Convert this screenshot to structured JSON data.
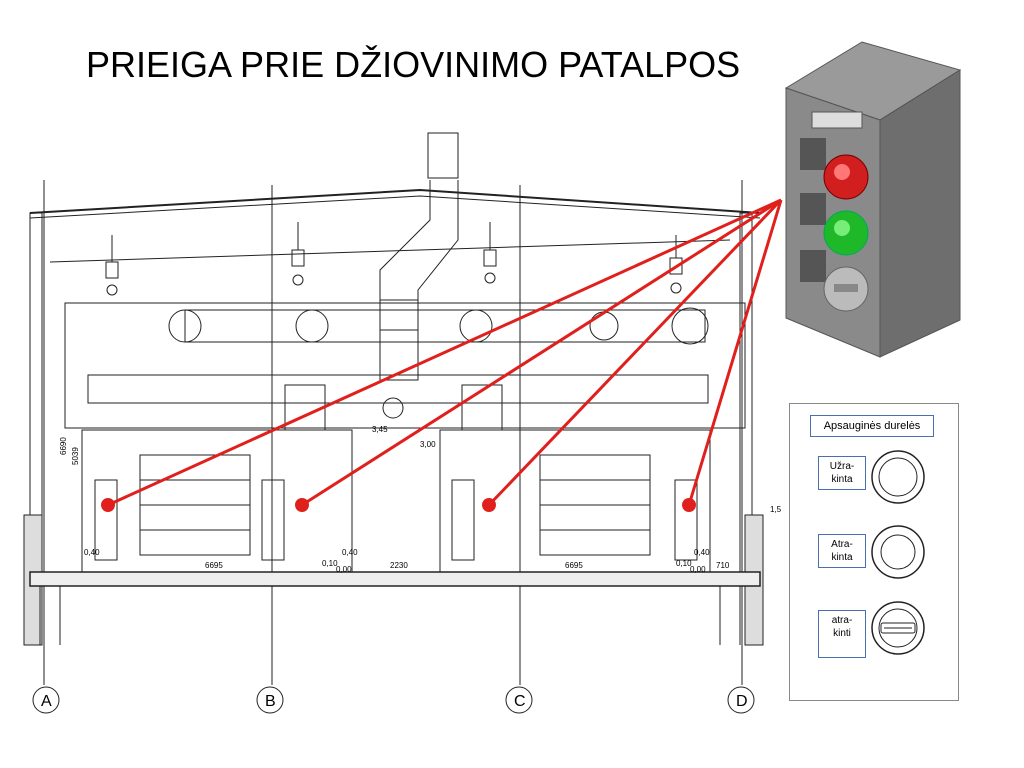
{
  "title": "PRIEIGA PRIE DŽIOVINIMO PATALPOS",
  "colors": {
    "callout": "#e0201c",
    "line": "#222222",
    "red_button": "#d11f1f",
    "green_button": "#1fb829",
    "gray_button": "#bbbbbb",
    "box": "#808080",
    "legend_border": "#4a6fb0"
  },
  "axes": [
    "A",
    "B",
    "C",
    "D"
  ],
  "dimensions": {
    "h1": "6690",
    "h2": "5039",
    "w1": "6695",
    "w2": "2230",
    "w3": "6695",
    "w4": "710",
    "e1": "0,40",
    "e2": "0,40",
    "e3": "0,40",
    "f1": "0,10",
    "f2": "0,00",
    "f3": "0,10",
    "f4": "0,00",
    "c1": "3,45",
    "c2": "3,00",
    "side_mark": "1,5"
  },
  "legend": {
    "title": "Apsauginės durelės",
    "items": [
      {
        "label": "Užra-\nkinta",
        "icon": "pushbutton-icon"
      },
      {
        "label": "Atra-\nkinta",
        "icon": "pushbutton-icon"
      },
      {
        "label": "atra-\nkinti",
        "icon": "selector-switch-icon"
      }
    ]
  }
}
